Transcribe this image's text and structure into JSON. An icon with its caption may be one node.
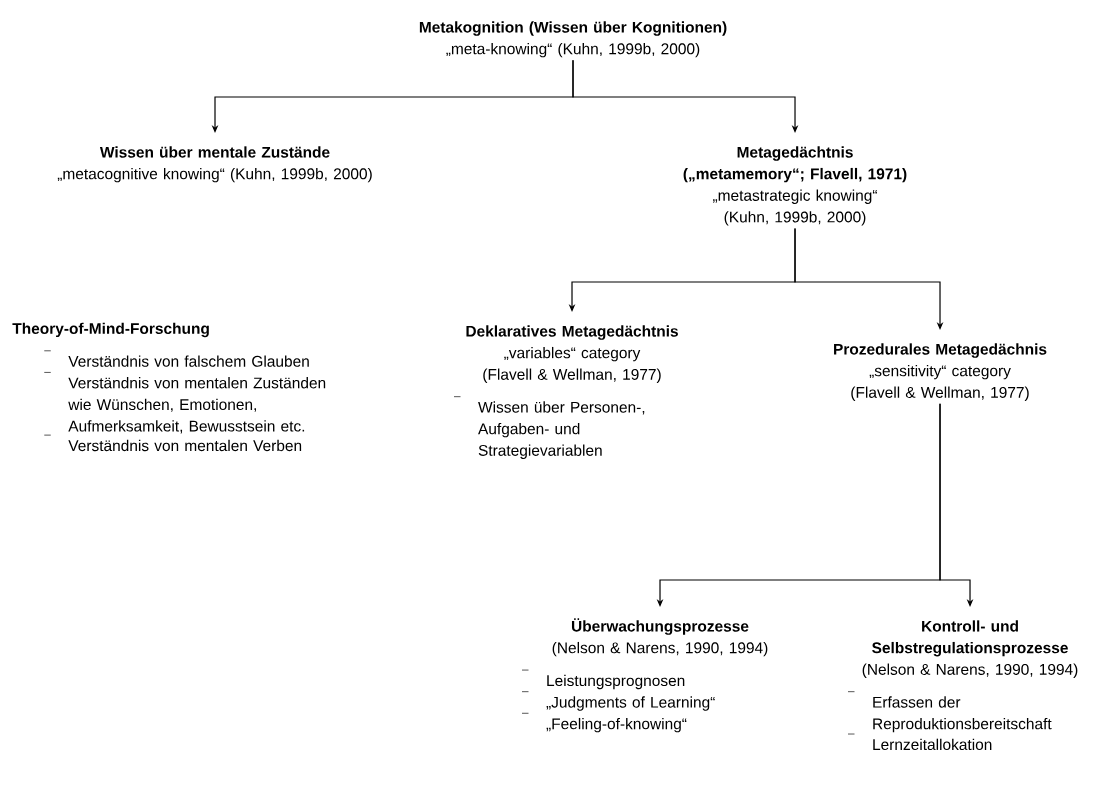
{
  "diagram": {
    "nodes": [
      {
        "text": [
          "Metakognition (Wissen über Kognitionen)",
          "„meta-knowing“ (Kuhn, 1999b, 2000)"
        ]
      },
      {
        "text": [
          "Wissen über mentale Zustände",
          "„metacognitive knowing“ (Kuhn, 1999b, 2000)"
        ]
      },
      {
        "text": [
          "Metagedächtnis („metamemory“; Flavell, 1971)",
          "„metastrategic knowing“ (Kuhn, 1999b, 2000)"
        ]
      },
      {
        "text": [
          "Deklaratives Metagedächtnis",
          "„variables“ category (Flavell & Wellman, 1977)",
          "Wissen über Personen-, Aufgaben- und Strategievariablen"
        ]
      },
      {
        "text": [
          "Prozedurales Metagedächnis",
          "„sensitivity“ category (Flavell & Wellman, 1977)"
        ]
      },
      {
        "text": [
          "Überwachungsprozesse",
          "(Nelson & Narens, 1990, 1994)",
          "Leistungsprognosen",
          "„Judgments of Learning“",
          "„Feeling-of-knowing“"
        ]
      },
      {
        "text": [
          "Kontroll- und Selbstregulationsprozesse",
          "(Nelson & Narens, 1990, 1994)",
          "Erfassen der Reproduktionsbereitschaft",
          "Lernzeitallokation"
        ]
      }
    ],
    "edges": [
      {
        "from": 0,
        "to": 1,
        "arrow": "to"
      },
      {
        "from": 0,
        "to": 2,
        "arrow": "to"
      },
      {
        "from": 2,
        "to": 3,
        "arrow": "to"
      },
      {
        "from": 2,
        "to": 4,
        "arrow": "to"
      },
      {
        "from": 4,
        "to": 5,
        "arrow": "to"
      },
      {
        "from": 4,
        "to": 6,
        "arrow": "to"
      }
    ],
    "labels": [
      "Theory-of-Mind-Forschung",
      "Verständnis von falschem Glauben",
      "Verständnis von mentalen Zuständen wie Wünschen, Emotionen, Aufmerksamkeit, Bewusstsein etc.",
      "Verständnis von mentalen Verben"
    ]
  }
}
